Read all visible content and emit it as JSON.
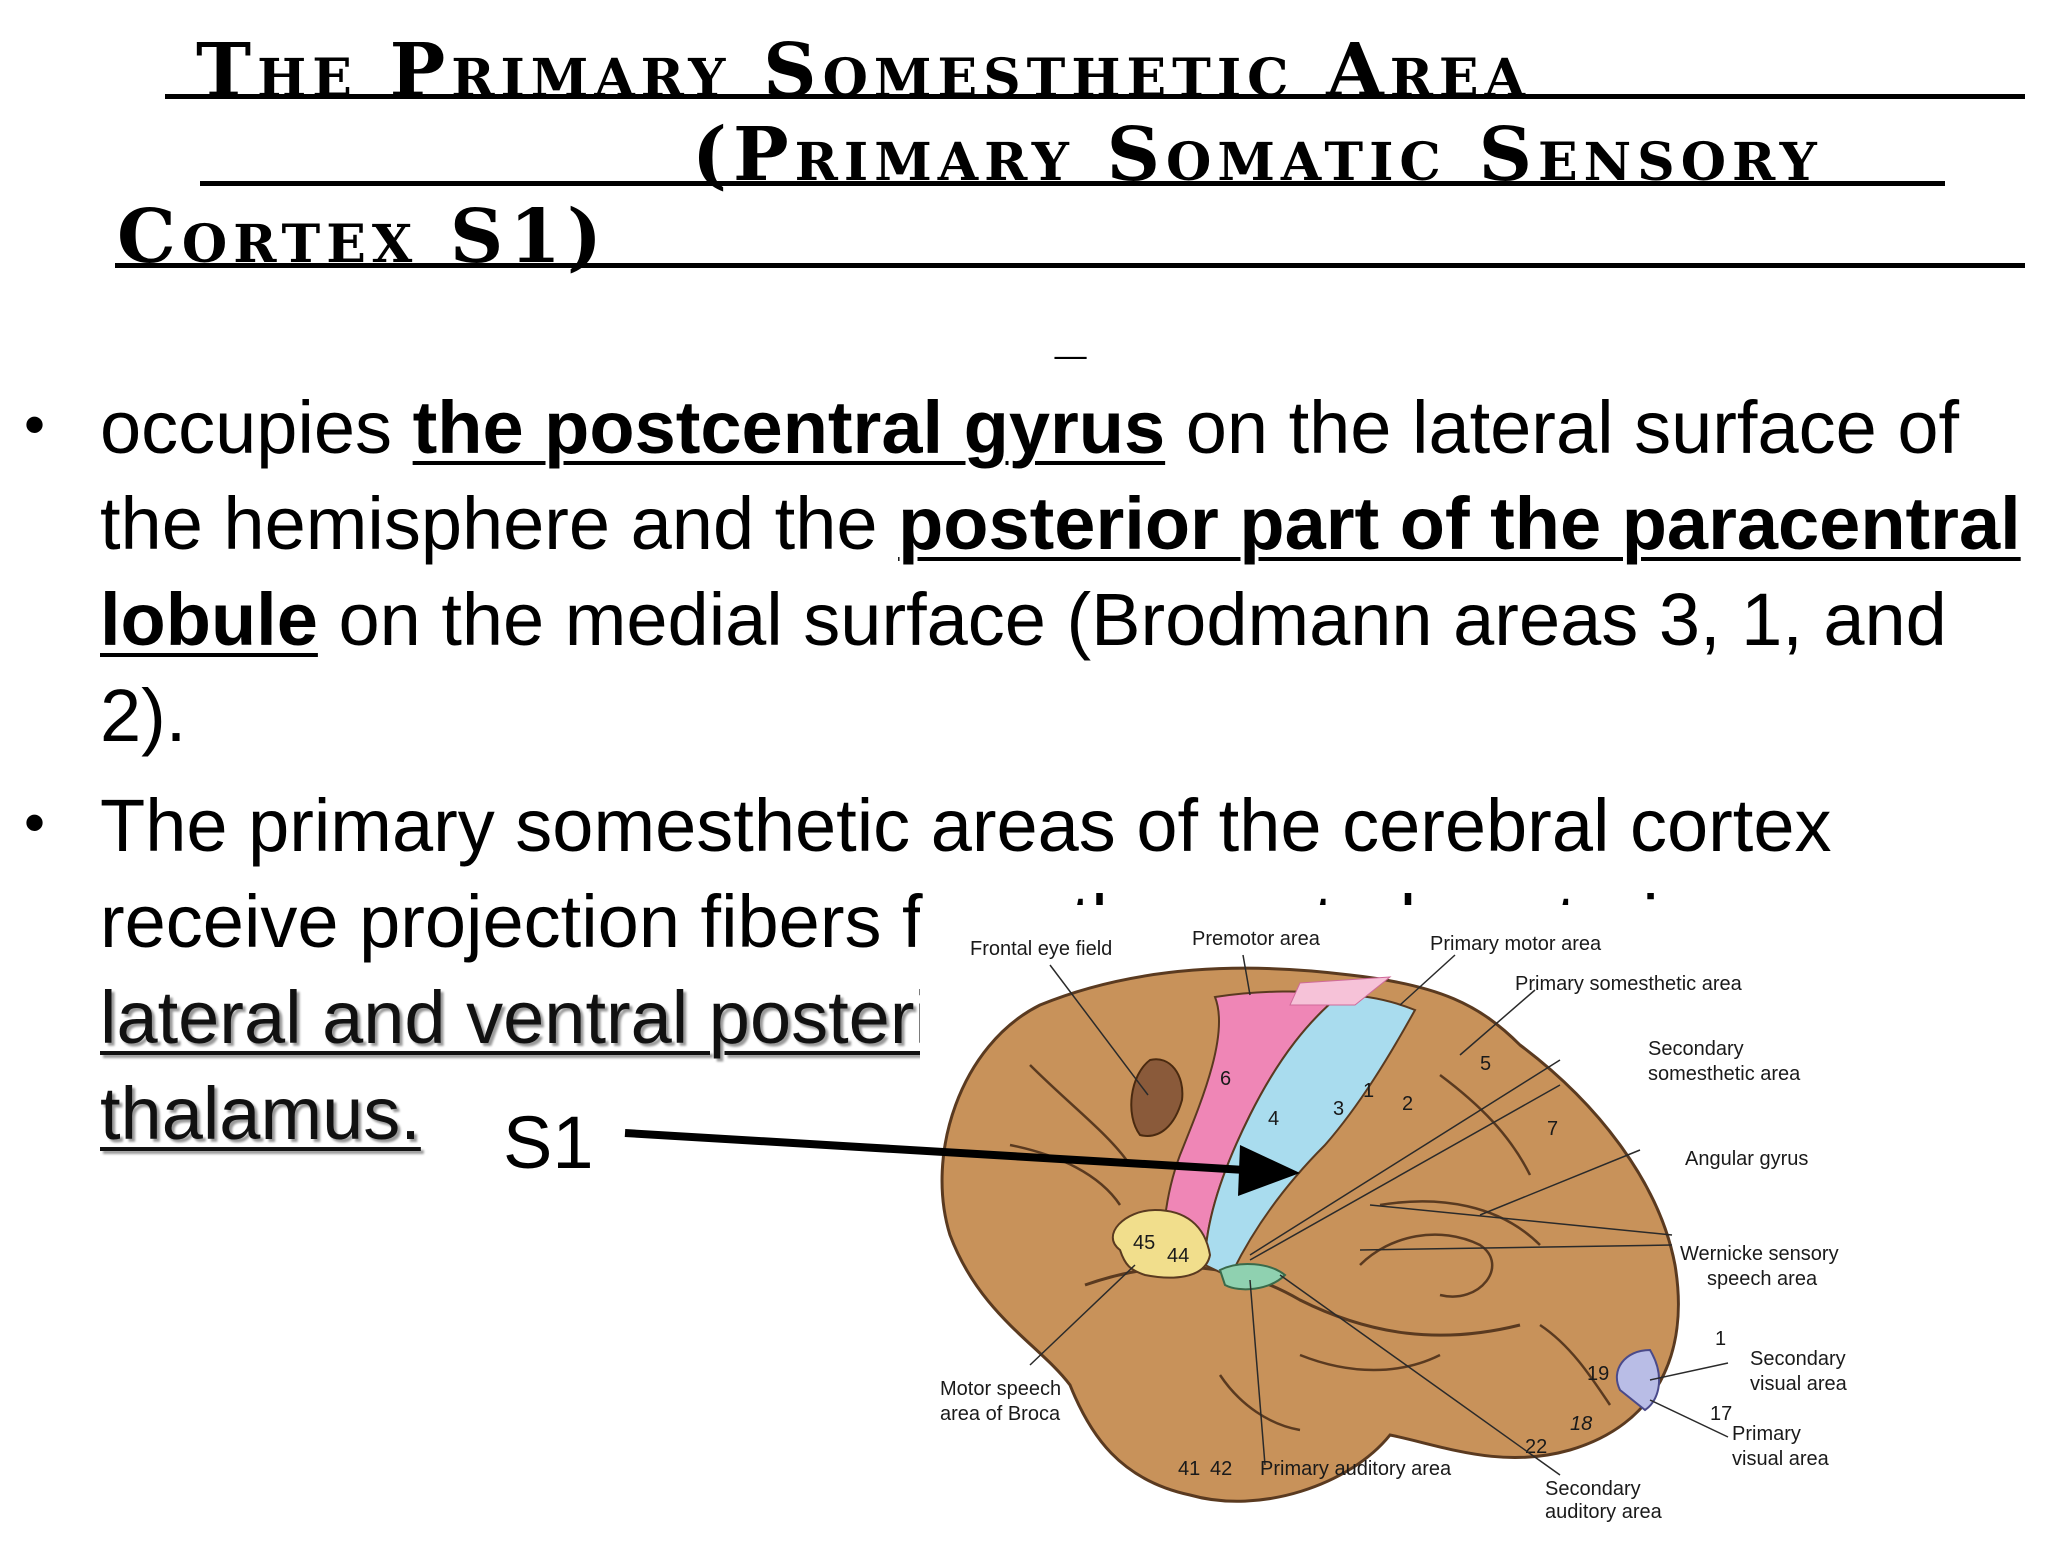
{
  "title": {
    "line1": "The Primary Somesthetic Area",
    "line2": "(Primary Somatic Sensory",
    "line3": "Cortex S1)",
    "dash": "_"
  },
  "bullets": [
    {
      "pre": "occupies ",
      "em1": "the postcentral gyrus",
      "mid": " on the lateral surface of the hemisphere and the ",
      "em2": "posterior part of the paracentral lobule",
      "post": " on the medial surface (Brodmann areas 3, 1, and 2)."
    },
    {
      "line1": "The primary somesthetic areas of the cerebral cortex",
      "line2": "receive projection fibers from the ventral posterior",
      "line3": "lateral and ventral posterior medial nuclei of the",
      "line4": "thalamus."
    }
  ],
  "pointer_label": "S1",
  "figure": {
    "labels": {
      "frontal_eye_field": "Frontal eye field",
      "premotor_area": "Premotor area",
      "primary_motor_area": "Primary motor area",
      "primary_somesthetic_area": "Primary somesthetic area",
      "secondary_somesthetic_area_1": "Secondary",
      "secondary_somesthetic_area_2": "somesthetic area",
      "angular_gyrus": "Angular gyrus",
      "wernicke_1": "Wernicke sensory",
      "wernicke_2": "speech area",
      "secondary_visual_1": "Secondary",
      "secondary_visual_2": "visual area",
      "primary_visual_1": "Primary",
      "primary_visual_2": "visual area",
      "secondary_auditory_1": "Secondary",
      "secondary_auditory_2": "auditory area",
      "primary_auditory_area": "Primary auditory area",
      "broca_1": "Motor speech",
      "broca_2": "area of Broca"
    },
    "area_numbers": {
      "a6": "6",
      "a4": "4",
      "a3": "3",
      "a1": "1",
      "a2": "2",
      "a5": "5",
      "a7": "7",
      "a45": "45",
      "a44": "44",
      "a41": "41",
      "a42": "42",
      "a22": "22",
      "a19": "19",
      "a18": "18",
      "a17": "17",
      "a1b": "1"
    },
    "colors": {
      "brain": "#c8925a",
      "motor": "#ef86b6",
      "somesthetic": "#a9dcee",
      "broca": "#f1de8c",
      "auditory": "#8fd1b0",
      "visual": "#b9bde6"
    }
  }
}
